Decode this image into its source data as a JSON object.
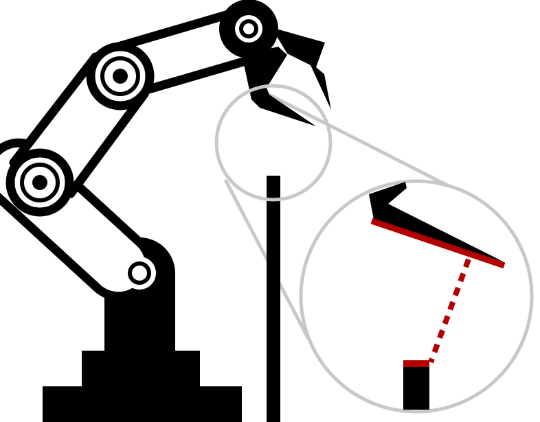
{
  "figure": {
    "subject": "robot-arm-gripper-with-magnified-contact-detail",
    "colors": {
      "ink": "#000000",
      "background": "#ffffff",
      "accent": "#b30000",
      "magnifier": "#c8c8c8"
    },
    "icons": [
      "robot-arm-icon",
      "gripper-icon",
      "post-icon",
      "magnifier-icon",
      "joint-icon"
    ],
    "arm": {
      "joint_count": 4,
      "link_count": 3
    },
    "detail": {
      "highlighted_surfaces": [
        "gripper-jaw-edge",
        "object-top-edge"
      ],
      "connector_style": "dashed"
    }
  }
}
